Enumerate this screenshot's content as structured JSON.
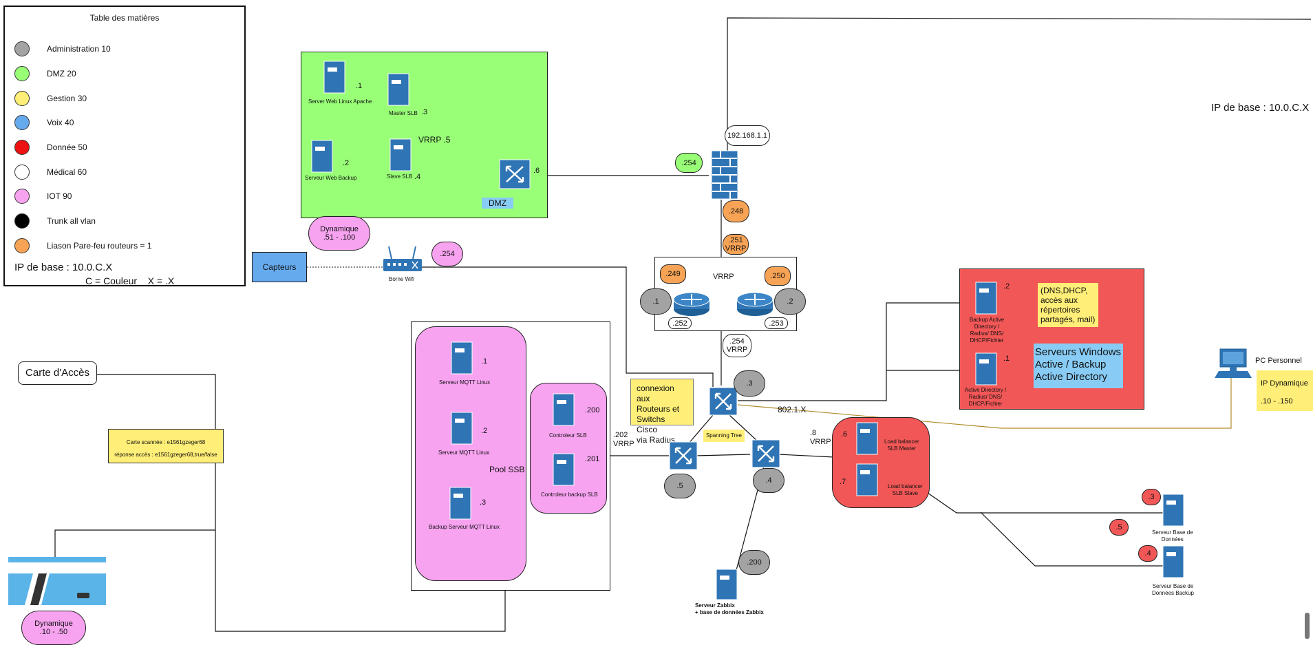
{
  "legend": {
    "title": "Table des matières",
    "items": [
      {
        "label": "Administration 10",
        "color": "#a3a3a3"
      },
      {
        "label": "DMZ 20",
        "color": "#99ff77"
      },
      {
        "label": "Gestion 30",
        "color": "#ffee77"
      },
      {
        "label": "Voix 40",
        "color": "#66aaee"
      },
      {
        "label": "Donnée 50",
        "color": "#ee1111"
      },
      {
        "label": "Médical 60",
        "color": "#ffffff"
      },
      {
        "label": "IOT 90",
        "color": "#f7a3f0"
      },
      {
        "label": "Trunk all vlan",
        "color": "#000000"
      },
      {
        "label": "Liason Pare-feu routeurs = 1",
        "color": "#f7a355"
      }
    ],
    "ip_base": "IP de base : 10.0.C.X",
    "color_def": "C = Couleur    X = .X"
  },
  "colors": {
    "dmz": "#99ff77",
    "iot": "#f7a3f0",
    "data": "#f25757",
    "orange": "#f7a355",
    "grey": "#a3a3a3",
    "yellow": "#ffee77",
    "blue": "#66aaee",
    "lightblue": "#88ccf5",
    "device": "#2f75b5"
  },
  "top_right_ip": "IP de base : 10.0.C.X",
  "dmz": {
    "servers": [
      "Server Web Linux Apache",
      "Master SLB",
      "Serveur Web Backup",
      "Slave SLB"
    ],
    "ips": [
      ".1",
      ".3",
      ".2",
      ".4",
      ".6"
    ],
    "vrrp": "VRRP .5",
    "label": "DMZ",
    "dynamic": [
      "Dynamique",
      ".51 - .100"
    ]
  },
  "firewall": {
    "wan": "192.168.1.1",
    "dmz": ".254",
    "lan": ".248",
    "vrrp": [
      ".251",
      "VRRP"
    ]
  },
  "routers": {
    "vrrp": "VRRP",
    "ip_left": ".249",
    "ip_right": ".250",
    "admin_left": ".1",
    "admin_right": ".2",
    "bottom_left": ".252",
    "bottom_right": ".253",
    "down": [
      ".254",
      "VRRP"
    ]
  },
  "wifi": {
    "capteurs": "Capteurs",
    "label": "Borne Wifi",
    "ip": ".254"
  },
  "core": {
    "ip": ".3",
    "dot1x": "802.1.X",
    "stp": "Spanning Tree",
    "radius_note": [
      "connexion aux",
      "Routeurs et",
      "Switchs Cisco",
      "via Radius"
    ]
  },
  "switches": {
    "left_ip": ".5",
    "right_ip": ".4",
    "vrrp_left": [
      ".202",
      "VRRP"
    ],
    "vrrp_right": [
      ".8",
      "VRRP"
    ]
  },
  "zabbix": {
    "ip": ".200",
    "label": [
      "Serveur Zabbix",
      "+ base de données Zabbix"
    ]
  },
  "iot_zone": {
    "mqtt": [
      {
        "name": "Serveur MQTT Linux",
        "ip": ".1"
      },
      {
        "name": "Serveur MQTT Linux",
        "ip": ".2"
      },
      {
        "name": "Backup Serveur MQTT Linux",
        "ip": ".3"
      }
    ],
    "pool": "Pool SSB",
    "controllers": [
      {
        "name": "Controleur SLB",
        "ip": ".200"
      },
      {
        "name": "Controleur backup SLB",
        "ip": ".201"
      }
    ]
  },
  "data_zone": {
    "servers": [
      {
        "name": "Backup Active Directory / Radius/ DNS/ DHCP/Fichier",
        "ip": ".2"
      },
      {
        "name": "Active Directory / Radius/ DNS/ DHCP/Fichier",
        "ip": ".1"
      }
    ],
    "services": "(DNS,DHCP, accès aux répertoires partagés, mail)",
    "windows": [
      "Serveurs Windows",
      "Active / Backup",
      "Active Directory"
    ]
  },
  "lb_zone": {
    "master": {
      "name": [
        "Load balancer",
        "SLB Master"
      ],
      "ip": ".6"
    },
    "slave": {
      "name": [
        "Load balancer",
        "SLB Slave"
      ],
      "ip": ".7"
    }
  },
  "databases": {
    "main": {
      "name": [
        "Serveur Base de",
        "Données"
      ],
      "ip": ".3"
    },
    "backup": {
      "name": [
        "Serveur Base de",
        "Données Backup"
      ],
      "ip": ".4"
    },
    "lb_ip": ".5"
  },
  "pc": {
    "label": "PC Personnel",
    "ip_title": "IP Dynamique",
    "ip_range": ".10 - .150"
  },
  "access": {
    "card": "Carte d'Accès",
    "scan": "Carte scannée : e1561gzeger68",
    "reply": "réponse accès : e1561gzeger68,true/false",
    "dynamic": [
      "Dynamique",
      ".10 - .50"
    ]
  }
}
